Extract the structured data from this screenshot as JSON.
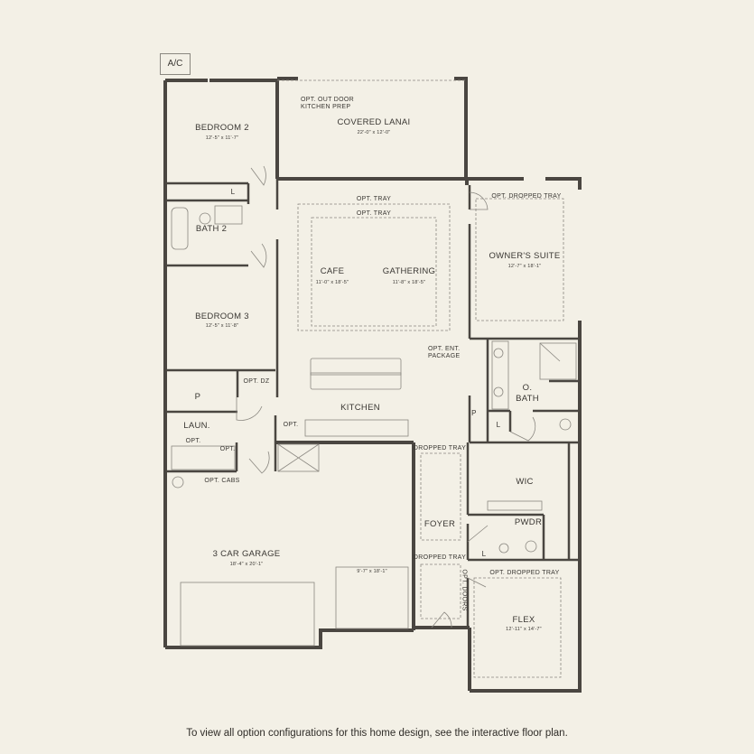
{
  "ac_label": "A/C",
  "rooms": {
    "bedroom2": {
      "name": "BEDROOM 2",
      "dims": "12'-5\" x 11'-7\""
    },
    "bath2": {
      "name": "BATH 2"
    },
    "bedroom3": {
      "name": "BEDROOM 3",
      "dims": "12'-5\" x 11'-8\""
    },
    "covered_lanai": {
      "name": "COVERED LANAI",
      "dims": "22'-0\" x 12'-0\"",
      "note": "OPT. OUT DOOR\nKITCHEN PREP"
    },
    "cafe": {
      "name": "CAFE",
      "dims": "11'-0\" x 18'-5\""
    },
    "gathering": {
      "name": "GATHERING",
      "dims": "11'-8\" x 18'-5\""
    },
    "owners_suite": {
      "name": "OWNER'S SUITE",
      "dims": "12'-7\" x 18'-1\""
    },
    "o_bath": {
      "name": "O.\nBATH"
    },
    "kitchen": {
      "name": "KITCHEN"
    },
    "wic": {
      "name": "WIC"
    },
    "pwdr": {
      "name": "PWDR"
    },
    "foyer": {
      "name": "FOYER"
    },
    "flex": {
      "name": "FLEX",
      "dims": "12'-11\" x 14'-7\""
    },
    "laundry": {
      "name": "LAUN."
    },
    "pantry": {
      "name": "P"
    },
    "garage": {
      "name": "3 CAR GARAGE",
      "dims": "18'-4\" x 20'-1\"",
      "dims2": "9'-7\" x 18'-1\""
    }
  },
  "notes": {
    "opt_tray_outer": "OPT. TRAY",
    "opt_tray_inner": "OPT. TRAY",
    "opt_dropped_tray_owner": "OPT. DROPPED TRAY",
    "opt_ent_package": "OPT. ENT.\nPACKAGE",
    "opt_dz": "OPT. DZ",
    "opt_kitchen": "OPT.",
    "opt_laun": "OPT.",
    "opt_laun2": "OPT.",
    "opt_cabs": "OPT. CABS",
    "dropped_tray_top": "DROPPED TRAY",
    "dropped_tray_bottom": "DROPPED TRAY",
    "opt_doors": "OPT. DOORS",
    "opt_dropped_tray_flex": "OPT. DROPPED TRAY",
    "l1": "L",
    "l2": "L",
    "l3": "L",
    "p2": "P"
  },
  "footer": "To view all option configurations for this home design, see the interactive floor plan.",
  "colors": {
    "wall": "#4a4641",
    "thin": "#8a8780",
    "background": "#f3f0e6"
  }
}
